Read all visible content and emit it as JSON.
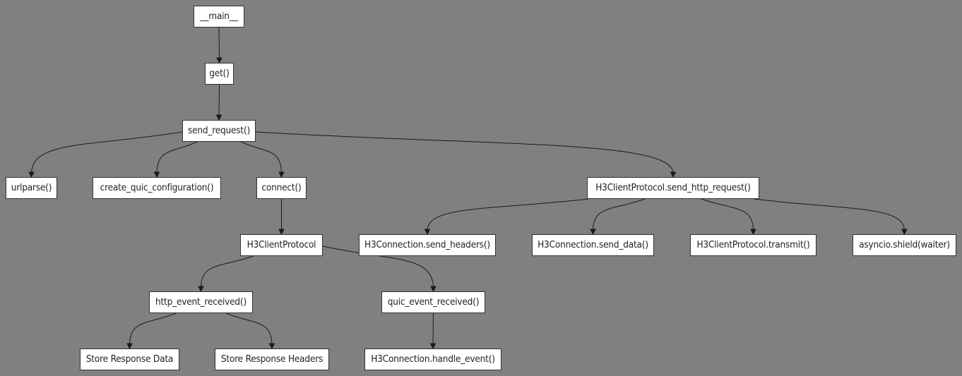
{
  "nodes": [
    {
      "id": "main",
      "label": "__main__"
    },
    {
      "id": "get",
      "label": "get()"
    },
    {
      "id": "send_request",
      "label": "send_request()"
    },
    {
      "id": "urlparse",
      "label": "urlparse()"
    },
    {
      "id": "create_quic_configuration",
      "label": "create_quic_configuration()"
    },
    {
      "id": "connect",
      "label": "connect()"
    },
    {
      "id": "send_http_request",
      "label": "H3ClientProtocol.send_http_request()"
    },
    {
      "id": "h3clientprotocol",
      "label": "H3ClientProtocol"
    },
    {
      "id": "send_headers",
      "label": "H3Connection.send_headers()"
    },
    {
      "id": "send_data",
      "label": "H3Connection.send_data()"
    },
    {
      "id": "transmit",
      "label": "H3ClientProtocol.transmit()"
    },
    {
      "id": "shield",
      "label": "asyncio.shield(waiter)"
    },
    {
      "id": "http_event_received",
      "label": "http_event_received()"
    },
    {
      "id": "quic_event_received",
      "label": "quic_event_received()"
    },
    {
      "id": "store_response_data",
      "label": "Store Response Data"
    },
    {
      "id": "store_response_headers",
      "label": "Store Response Headers"
    },
    {
      "id": "handle_event",
      "label": "H3Connection.handle_event()"
    }
  ],
  "edges": [
    {
      "from": "main",
      "to": "get"
    },
    {
      "from": "get",
      "to": "send_request"
    },
    {
      "from": "send_request",
      "to": "urlparse"
    },
    {
      "from": "send_request",
      "to": "create_quic_configuration"
    },
    {
      "from": "send_request",
      "to": "connect"
    },
    {
      "from": "send_request",
      "to": "send_http_request"
    },
    {
      "from": "connect",
      "to": "h3clientprotocol"
    },
    {
      "from": "send_http_request",
      "to": "send_headers"
    },
    {
      "from": "send_http_request",
      "to": "send_data"
    },
    {
      "from": "send_http_request",
      "to": "transmit"
    },
    {
      "from": "send_http_request",
      "to": "shield"
    },
    {
      "from": "h3clientprotocol",
      "to": "http_event_received"
    },
    {
      "from": "h3clientprotocol",
      "to": "quic_event_received"
    },
    {
      "from": "http_event_received",
      "to": "store_response_data"
    },
    {
      "from": "http_event_received",
      "to": "store_response_headers"
    },
    {
      "from": "quic_event_received",
      "to": "handle_event"
    }
  ]
}
